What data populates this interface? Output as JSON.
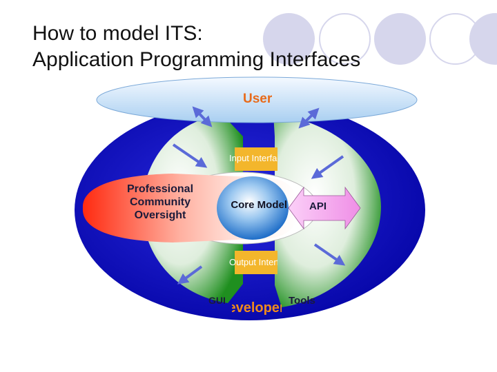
{
  "slide": {
    "title_line1": "How to model ITS:",
    "title_line2": "Application Programming Interfaces"
  },
  "diagram": {
    "user_label": "User",
    "input_interface_label": "Input Interface",
    "output_interface_label": "Output Interface",
    "oversight_label": "Professional Community Oversight",
    "core_model_label": "Core Model",
    "api_label": "API",
    "gui_label": "GUI",
    "tools_label": "Tools",
    "developer_label": "Developer"
  },
  "colors": {
    "outer_ring": "#0a0ab4",
    "green_ring": "#2c9a2c",
    "core_model": "#3a8ad8",
    "oversight": "#ff3a1a",
    "api_arrow": "#f39af0",
    "interface_band": "#f3b62c",
    "user_oval": "#b8d8f4",
    "arrows": "#5b6ad8"
  },
  "icons": [
    "bidirectional-arrow-icon",
    "arrow-icon"
  ]
}
